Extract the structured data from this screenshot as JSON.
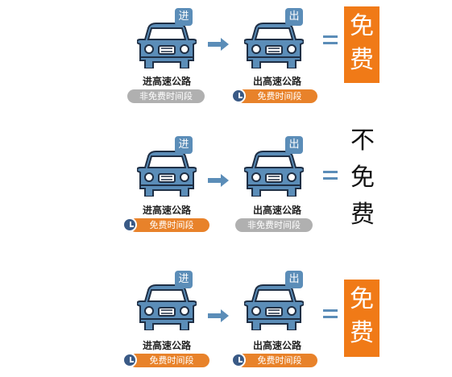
{
  "colors": {
    "car": "#5b8db8",
    "arrow": "#5b8db8",
    "orange": "#f07a17",
    "gray_pill": "#b0b0b0"
  },
  "rows": [
    {
      "enter_tag": "进",
      "exit_tag": "出",
      "enter_label": "进高速公路",
      "enter_pill": "非免费时间段",
      "exit_label": "出高速公路",
      "exit_pill": "免费时间段",
      "result": [
        "免",
        "费"
      ]
    },
    {
      "enter_tag": "进",
      "exit_tag": "出",
      "enter_label": "进高速公路",
      "enter_pill": "免费时间段",
      "exit_label": "出高速公路",
      "exit_pill": "非免费时间段",
      "result": [
        "不",
        "免",
        "费"
      ]
    },
    {
      "enter_tag": "进",
      "exit_tag": "出",
      "enter_label": "进高速公路",
      "enter_pill": "免费时间段",
      "exit_label": "出高速公路",
      "exit_pill": "免费时间段",
      "result": [
        "免",
        "费"
      ]
    }
  ]
}
